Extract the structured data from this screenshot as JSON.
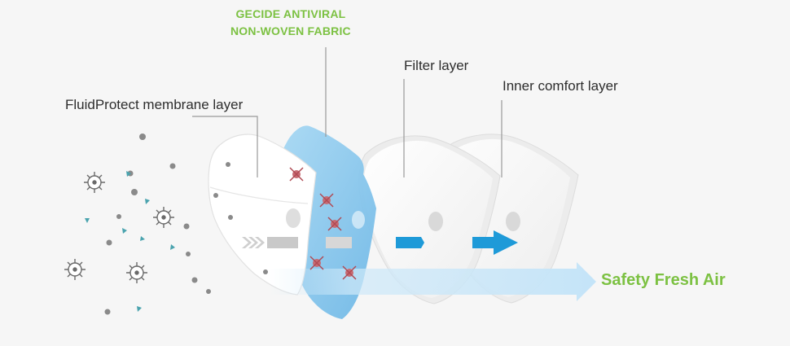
{
  "labels": {
    "gecide_line1": "GECIDE ANTIVIRAL",
    "gecide_line2": "NON-WOVEN FABRIC",
    "filter": "Filter layer",
    "inner": "Inner comfort layer",
    "fluid": "FluidProtect membrane layer",
    "safety": "Safety Fresh Air"
  },
  "colors": {
    "green_accent": "#7cc142",
    "blue_layer": "#8cc9ee",
    "arrow_blue": "#1e9ad8",
    "text_dark": "#2d2d2d",
    "virus_teal": "#4aa3ae"
  },
  "icons": [
    "virus-icon",
    "particle-icon",
    "crossed-virus-icon",
    "airflow-arrow-icon"
  ]
}
